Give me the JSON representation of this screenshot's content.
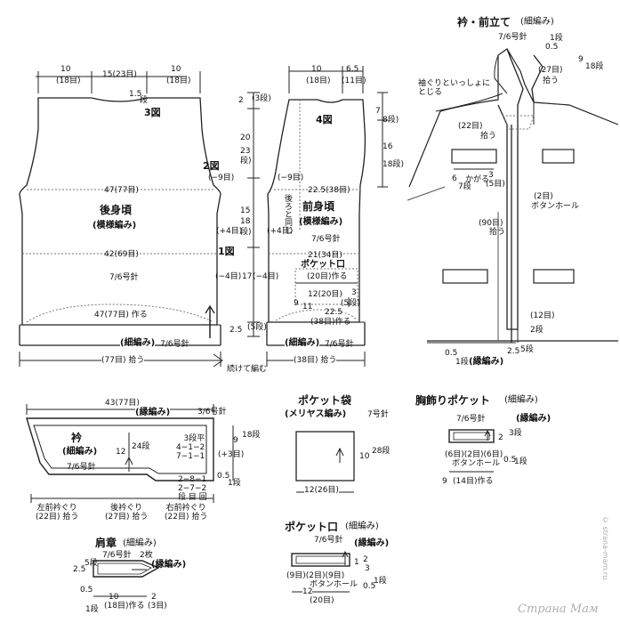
{
  "back_body": {
    "title": "後身頃",
    "subtitle": "(模様編み)",
    "top": {
      "left": "10",
      "left_sub": "(18目)",
      "mid": "15(23目)",
      "right": "10",
      "right_sub": "(18目)"
    },
    "neck_drop": "1.5",
    "neck_drop_unit": "段",
    "fig3": "3図",
    "fig2": "2図",
    "fig1": "1図",
    "side_dec": "(−9目)",
    "side_inc": "(+4目)",
    "side_dec2": "(−4目)",
    "width_upper": "47(77目)",
    "width_mid": "42(69目)",
    "needle": "7/6号針",
    "width_bottom": "47(77目) 作る",
    "rib": "(細編み)",
    "rib_needle": "7/6号針",
    "pickup": "(77目) 拾う"
  },
  "center_dims": {
    "a": "2",
    "a_sub": "(3段)",
    "b": "20",
    "b_sub": "23",
    "b_sub2": "段)",
    "c": "15",
    "c_sub": "18",
    "c_sub2": "段)",
    "d": "17",
    "d_sub": "(−4目)",
    "e": "2.5",
    "e_sub": "(5段)",
    "continue": "続けて編む"
  },
  "front_body": {
    "title": "前身頃",
    "subtitle": "(模様編み)",
    "top": {
      "left": "10",
      "left_sub": "(18目)",
      "right": "6.5",
      "right_sub": "(11目)"
    },
    "fig4": "4図",
    "side_dec": "(−9目)",
    "neck_note": "後ろと同じ",
    "width_upper": "22.5(38目)",
    "needle": "7/6号針",
    "width_mid": "21(34目)",
    "pocket": "ポケット口",
    "pocket_sts": "(20目)作る",
    "pocket_w": "12(20目)",
    "pocket_h": "3",
    "pocket_h_sub": "(5段)",
    "side_h": "9",
    "side_h_sub": "11",
    "width_bottom": "22.5",
    "width_bottom_sub": "(38目)作る",
    "rib": "(細編み)",
    "rib_needle": "7/6号針",
    "pickup": "(38目) 拾う",
    "arm_h": "7",
    "arm_h_sub": "8段)",
    "arm_h2": "16",
    "arm_h2_sub": "18段)",
    "inc": "(+4目)"
  },
  "collar_band": {
    "title": "衿・前立て",
    "title_sub": "(細編み)",
    "needle": "7/6号針",
    "top_rows": "0.5",
    "top_rows_sub": "1段",
    "right_h": "9",
    "right_h_sub": "18段",
    "note": "袖ぐりといっしょに\nとじる",
    "stitches_27": "(27目)",
    "pick": "拾う",
    "stitches_22": "(22目)",
    "pocket_h": "6",
    "pocket_h_sub": "7段",
    "kagaru": "かがる",
    "pocket_rows": "3",
    "pocket_rows_sub": "(5目)",
    "bh": "(2目)",
    "bh_label": "ボタンホール",
    "stitches_90": "(90目)",
    "stitches_12": "(12目)",
    "bottom_2": "2段",
    "bottom_left": "0.5",
    "bottom_left_sub": "1段",
    "rib": "(縁編み)",
    "bottom_w": "2.5",
    "bottom_w_sub": "5段"
  },
  "collar": {
    "top_w": "43(77目)",
    "edge": "(縁編み)",
    "needle": "3/6号針",
    "title": "衿",
    "subtitle": "(細編み)",
    "needle2": "7/6号針",
    "h": "12",
    "h_sub": "24段",
    "rows_note": "3段平\n4−1−2\n7−1−1",
    "rows_note2": "2−8−1\n2−7−2\n段 目 回",
    "inc": "(+3目)",
    "right_h": "9",
    "right_h_sub": "18段",
    "right_h2": "0.5",
    "right_h2_sub": "1段",
    "pick_left": "左前衿ぐり\n(22目) 拾う",
    "pick_back": "後衿ぐり\n(27目) 拾う",
    "pick_right": "右前衿ぐり\n(22目) 拾う"
  },
  "pocket_bag": {
    "title": "ポケット袋",
    "subtitle": "(メリヤス編み)",
    "needle": "7号針",
    "h": "10",
    "h_sub": "28段",
    "w": "12(26目)"
  },
  "chest_pocket": {
    "title": "胸飾りポケット",
    "title_sub": "(細編み)",
    "needle": "7/6号針",
    "edge": "(縁編み)",
    "h": "2",
    "h_sub": "3段",
    "sts": "(6目)(2目)(6目)",
    "bh": "ボタンホール",
    "w": "9",
    "w_sub": "(14目)作る",
    "right": "0.5",
    "right_sub": "1段"
  },
  "epaulet": {
    "title": "肩章",
    "title_sub": "(細編み)",
    "needle": "7/6号針",
    "count": "2枚",
    "edge": "(縁編み)",
    "h": "2.5",
    "h_sub": "5段",
    "h2": "0.5",
    "h2_sub": "1段",
    "w": "10",
    "w_sub": "(18目)作る",
    "w_end": "2",
    "w_end_sub": "(3目)"
  },
  "pocket_mouth": {
    "title": "ポケット口",
    "title_sub": "(細編み)",
    "needle": "7/6号針",
    "edge": "(縁編み)",
    "h": "1",
    "h_sub": "2",
    "h2": "3",
    "sts": "(9目)(2目)(9目)",
    "bh": "ボタンホール",
    "w": "12",
    "w_sub": "(20目)",
    "right": "0.5",
    "right_sub": "1段"
  },
  "watermark": "Страна Мам",
  "watermark_side": "© strana-mam.ru"
}
